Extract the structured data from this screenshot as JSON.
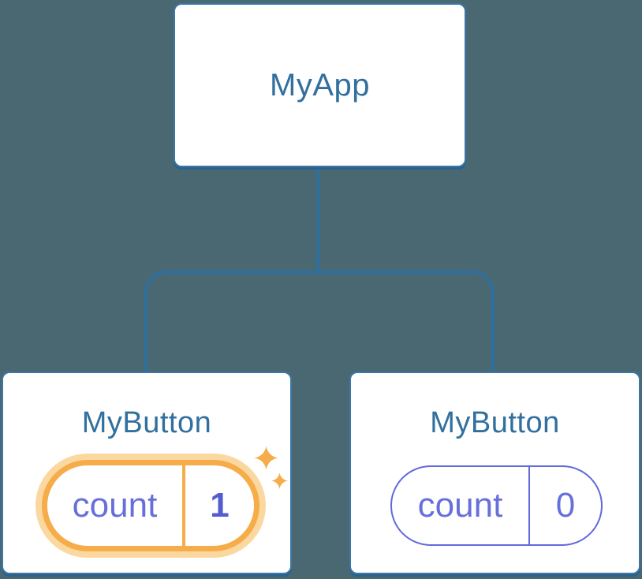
{
  "diagram": {
    "title_hidden": "",
    "root": {
      "label": "MyApp"
    },
    "children": [
      {
        "label": "MyButton",
        "state": {
          "key": "count",
          "value": "1"
        },
        "highlighted": true
      },
      {
        "label": "MyButton",
        "state": {
          "key": "count",
          "value": "0"
        },
        "highlighted": false
      }
    ],
    "colors": {
      "background": "#4a6872",
      "node_border": "#3c76a7",
      "node_text": "#31709e",
      "connector": "#2e6f9e",
      "state_text": "#676fdb",
      "state_value_highlight_text": "#545cd1",
      "state_pill_border": "#6269da",
      "highlight_orange": "#f6ac49",
      "highlight_glow": "#fbd8a0"
    }
  }
}
